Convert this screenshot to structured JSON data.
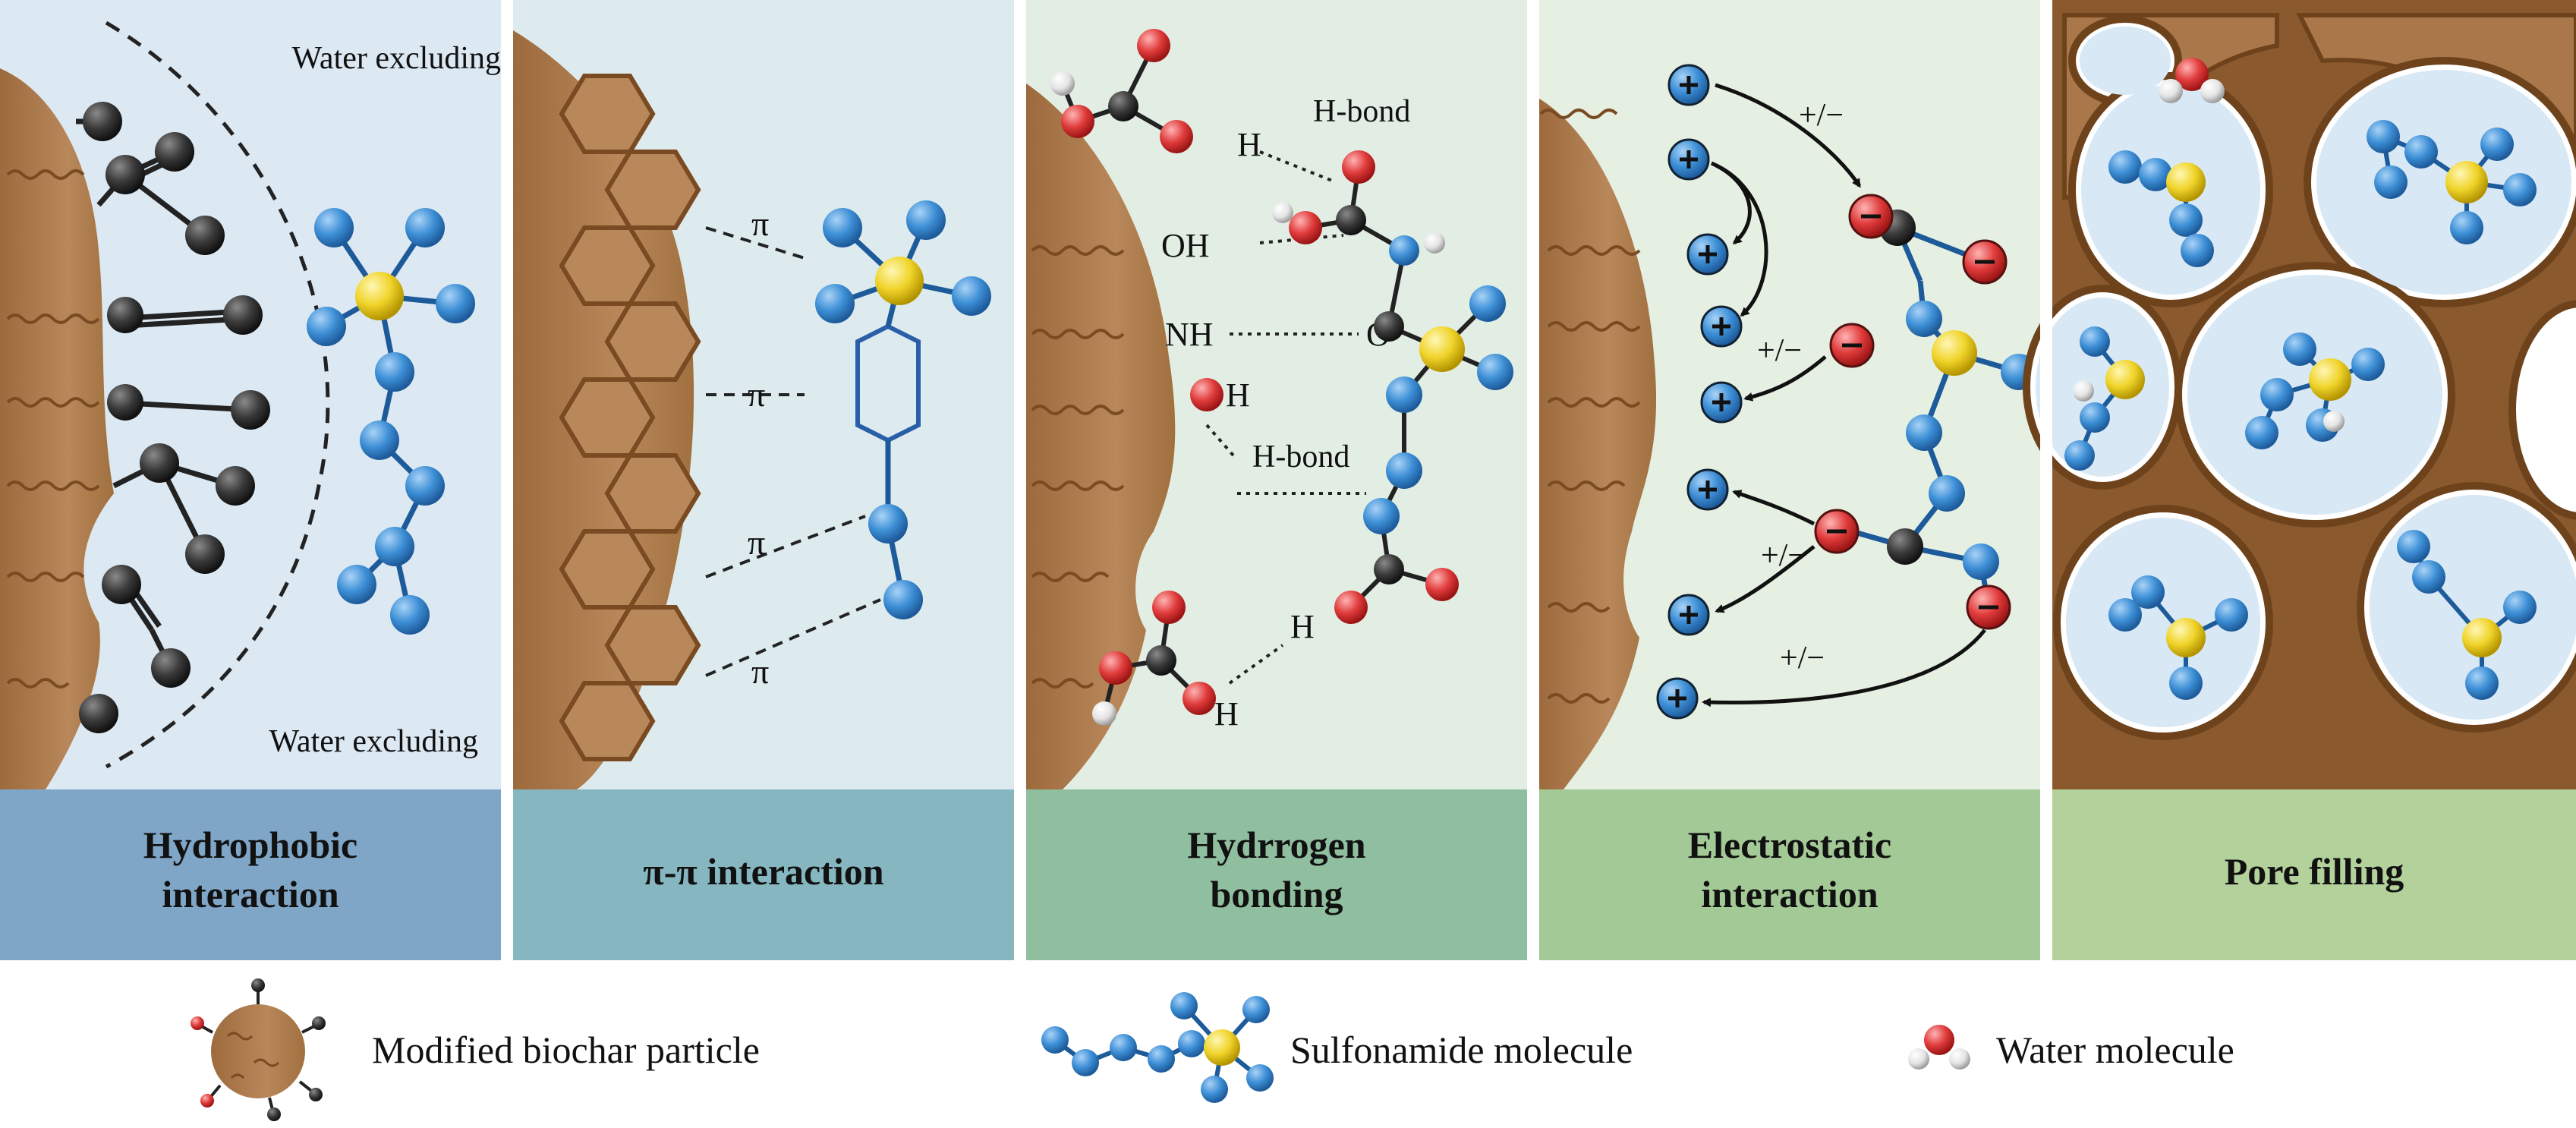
{
  "panels": [
    {
      "key": "hydrophobic",
      "title_lines": [
        "Hydrophobic",
        "interaction"
      ],
      "annotations": [
        "Water excluding",
        "Water excluding"
      ],
      "bg": "#dce8f2",
      "footer_bg": "#7fa5c7"
    },
    {
      "key": "pipi",
      "title_lines": [
        "π-π interaction"
      ],
      "annotations": [
        "π",
        "π",
        "π",
        "π"
      ],
      "bg": "#ddebee",
      "footer_bg": "#86b7c1"
    },
    {
      "key": "hbond",
      "title_lines": [
        "Hydrrogen",
        "bonding"
      ],
      "annotations": [
        "H-bond",
        "H",
        "OH",
        "NH",
        "O",
        "H",
        "H-bond",
        "H",
        "H"
      ],
      "bg": "#e2eee4",
      "footer_bg": "#8fbf9f"
    },
    {
      "key": "electrostatic",
      "title_lines": [
        "Electrostatic",
        "interaction"
      ],
      "annotations": [
        "+/−",
        "+/−",
        "+/−",
        "+/−"
      ],
      "bg": "#e5efe2",
      "footer_bg": "#a3c996"
    },
    {
      "key": "pore",
      "title_lines": [
        "Pore filling"
      ],
      "annotations": [],
      "bg": "#e9f0df",
      "footer_bg": "#b3d19b"
    }
  ],
  "legend": [
    {
      "key": "biochar",
      "label": "Modified biochar particle"
    },
    {
      "key": "sulfonamide",
      "label": "Sulfonamide molecule"
    },
    {
      "key": "water",
      "label": "Water molecule"
    }
  ],
  "colors": {
    "biochar": "#b07c4f",
    "biochar_dark": "#8a5a2e",
    "blue_atom": "#3d8fd6",
    "yellow_atom": "#f0d42a",
    "black_atom": "#3a3a3a",
    "red_atom": "#e03b3b",
    "white_atom": "#eeeeee"
  }
}
